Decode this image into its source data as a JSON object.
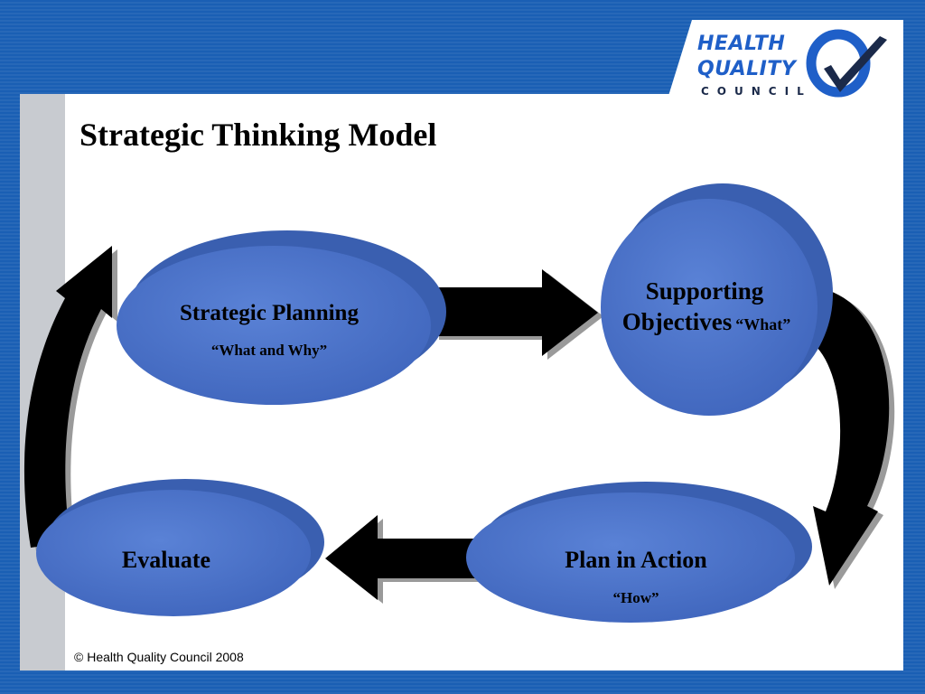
{
  "slide": {
    "title": "Strategic Thinking Model",
    "footer": "© Health Quality Council 2008"
  },
  "logo": {
    "line1": "HEALTH",
    "line2": "QUALITY",
    "line3": "COUNCIL",
    "mark": "Q-checkmark-icon"
  },
  "nodes": {
    "strategic_planning": {
      "title": "Strategic Planning",
      "subtitle": "“What and Why”"
    },
    "supporting_objectives": {
      "title_line1": "Supporting",
      "title_line2": "Objectives",
      "subtitle": "“What”"
    },
    "plan_in_action": {
      "title": "Plan in Action",
      "subtitle": "“How”"
    },
    "evaluate": {
      "title": "Evaluate"
    }
  },
  "colors": {
    "node_fill": "#4a72c8",
    "node_edge": "#3a5fb0",
    "arrow": "#000000",
    "arrow_shadow": "#9a9a9a",
    "frame_blue": "#1a5fb4"
  }
}
